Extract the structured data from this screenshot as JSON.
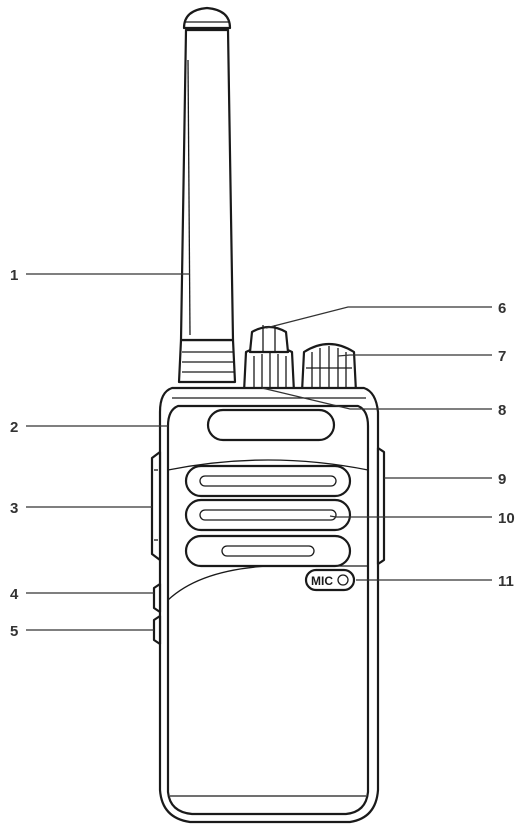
{
  "callouts": [
    {
      "id": 1,
      "label": "1"
    },
    {
      "id": 2,
      "label": "2"
    },
    {
      "id": 3,
      "label": "3"
    },
    {
      "id": 4,
      "label": "4"
    },
    {
      "id": 5,
      "label": "5"
    },
    {
      "id": 6,
      "label": "6"
    },
    {
      "id": 7,
      "label": "7"
    },
    {
      "id": 8,
      "label": "8"
    },
    {
      "id": 9,
      "label": "9"
    },
    {
      "id": 10,
      "label": "10"
    },
    {
      "id": 11,
      "label": "11"
    }
  ],
  "mic_label": "MIC",
  "colors": {
    "outline": "#1a1a1a",
    "label": "#333333",
    "background": "#ffffff"
  }
}
